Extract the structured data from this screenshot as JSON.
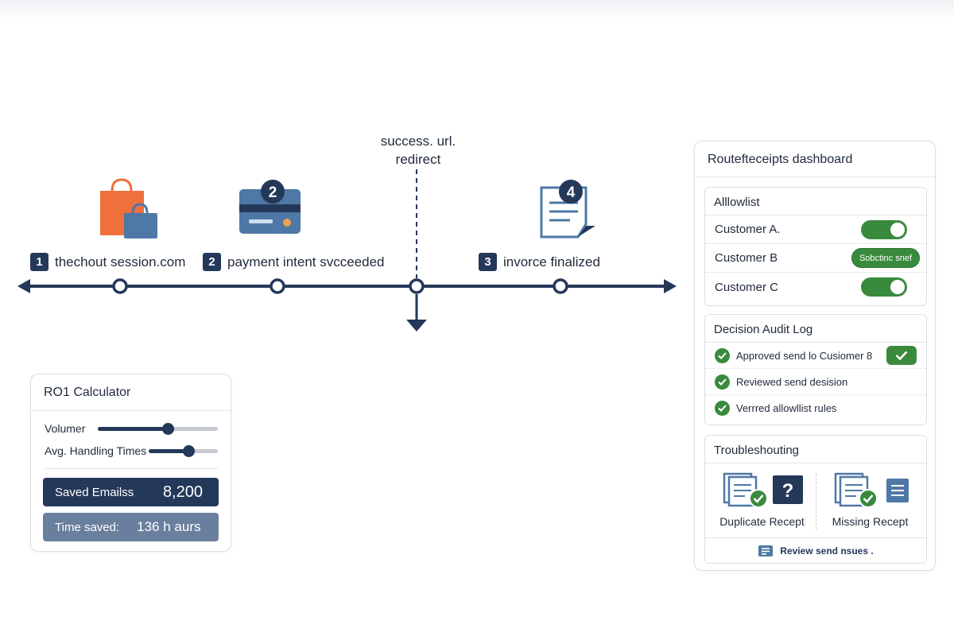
{
  "timeline": {
    "redirect_label": [
      "success. url.",
      "redirect"
    ],
    "steps": [
      {
        "num": "1",
        "label": "thechout session.com"
      },
      {
        "num": "2",
        "label": "payment  intent svcceeded"
      },
      {
        "num": "3",
        "label": "invorce  finalized"
      }
    ],
    "icon_badges": {
      "card": "2",
      "invoice": "4"
    },
    "icons": [
      "shopping-bags-icon",
      "credit-card-icon",
      "invoice-document-icon"
    ]
  },
  "roi": {
    "title": "RO1 Calculator",
    "sliders": [
      {
        "label": "Volumer",
        "level_percent": 58
      },
      {
        "label": "Avg. Handling Times",
        "level_percent": 57
      }
    ],
    "saved_emails": {
      "label": "Saved Emailss",
      "value": "8,200"
    },
    "time_saved": {
      "label": "Time saved:",
      "value": "136 h aurs"
    }
  },
  "dashboard": {
    "title": "Routefteceipts dashboard",
    "allowlist": {
      "title": "Alllowlist",
      "customers": [
        {
          "name": "Customer A.",
          "control": "toggle",
          "on": true
        },
        {
          "name": "Customer B",
          "control": "pill",
          "pill_label": "Sobctinc snef"
        },
        {
          "name": "Customer C",
          "control": "toggle",
          "on": true
        }
      ]
    },
    "audit": {
      "title": "Decision Audit Log",
      "entries": [
        "Approved send lo Cusiomer 8",
        "Reviewed send desision",
        "Verrred allowllist rules"
      ]
    },
    "troubleshooting": {
      "title": "Troubleshouting",
      "items": [
        "Duplicate Recept",
        "Missing Recept"
      ],
      "footer": "Review send nsues ."
    }
  },
  "colors": {
    "navy": "#24385a",
    "green": "#3a8a3e",
    "orange": "#f0703c",
    "steel_blue": "#4e78a6",
    "slate": "#6a7f9d"
  }
}
